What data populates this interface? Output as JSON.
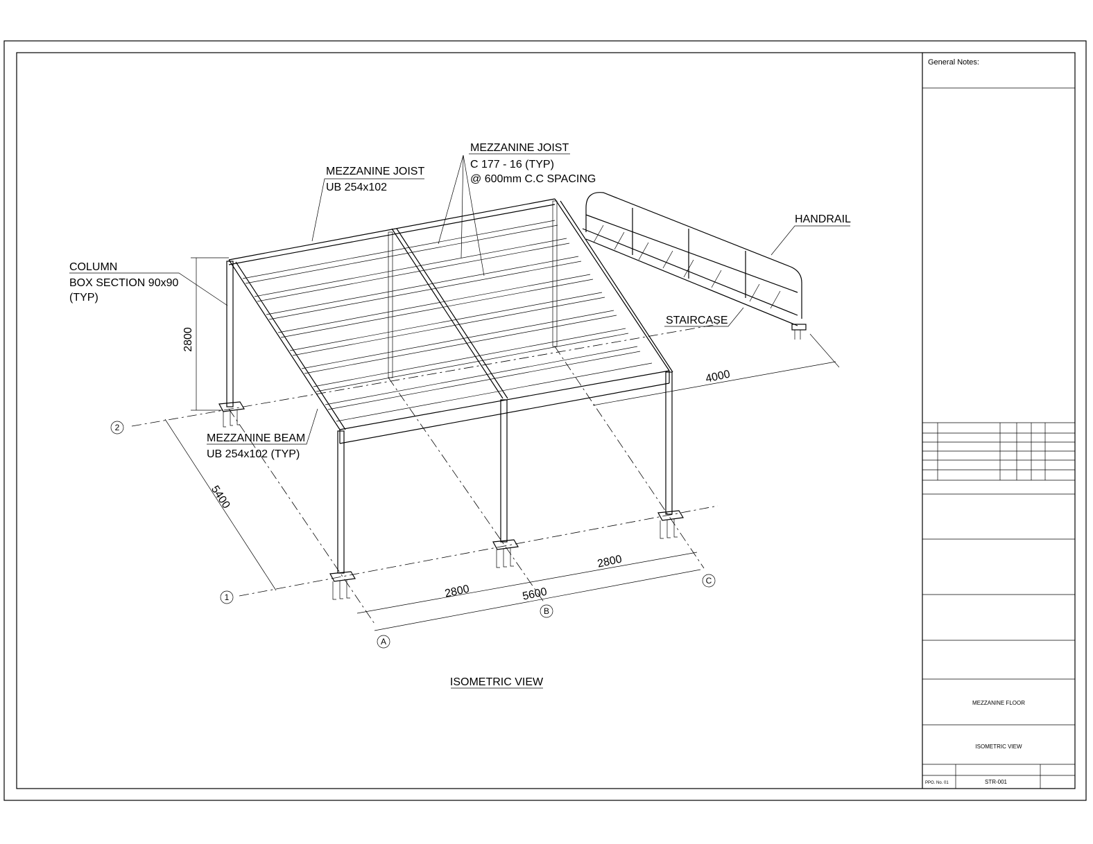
{
  "drawing": {
    "view_title": "ISOMETRIC VIEW",
    "labels": {
      "joist_edge_1": "MEZZANINE JOIST",
      "joist_edge_2": "UB 254x102",
      "joist_c_1": "MEZZANINE JOIST",
      "joist_c_2": "C 177 - 16 (TYP)",
      "joist_c_3": "@ 600mm C.C SPACING",
      "column_1": "COLUMN",
      "column_2": "BOX SECTION 90x90",
      "column_3": "(TYP)",
      "beam_1": "MEZZANINE BEAM",
      "beam_2": "UB 254x102 (TYP)",
      "handrail": "HANDRAIL",
      "staircase": "STAIRCASE"
    },
    "dimensions": {
      "height": "2800",
      "depth": "5400",
      "stair": "4000",
      "span_ab": "2800",
      "span_bc": "2800",
      "total": "5600"
    },
    "grid": {
      "row_1": "1",
      "row_2": "2",
      "col_a": "A",
      "col_b": "B",
      "col_c": "C"
    }
  },
  "title_block": {
    "general_notes_heading": "General Notes:",
    "notes_line_1": "",
    "notes_line_2": "",
    "project_value": "MEZZANINE FLOOR",
    "drawing_title_value": "ISOMETRIC VIEW",
    "drawing_no": "STR-001",
    "ppo_no": "PPO. No. 01"
  }
}
